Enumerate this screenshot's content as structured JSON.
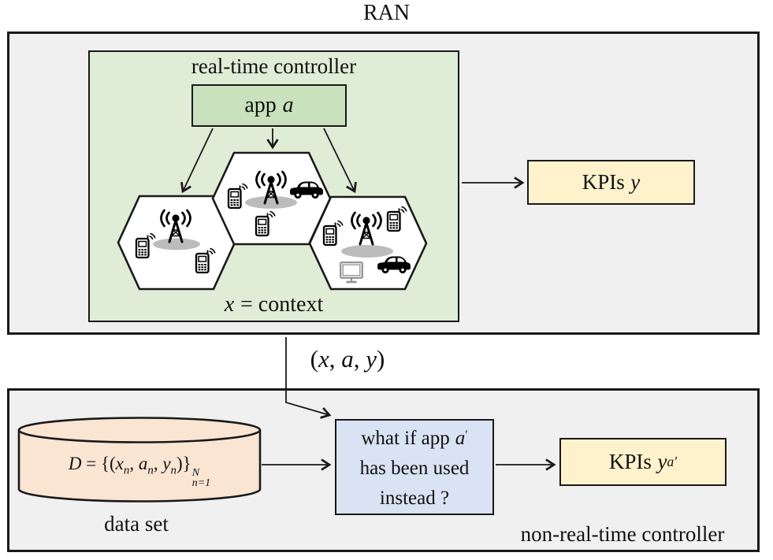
{
  "title": "RAN",
  "colors": {
    "panel_bg": "#f0f0f0",
    "realtime_bg": "#dfecd6",
    "app_bg": "#c9e2bd",
    "kpi_bg": "#fdf2cc",
    "dataset_bg": "#fae5d3",
    "whatif_bg": "#d9e3f3",
    "border": "#191919",
    "cell_fill": "#ffffff",
    "shadow": "#bcbcbc"
  },
  "ran": {
    "controller_label": "real-time controller",
    "app_box": {
      "label": "app",
      "var": "a"
    },
    "context_label": {
      "var": "x",
      "eq": "= context"
    },
    "kpi_box": {
      "label": "KPIs",
      "var": "y"
    },
    "cells": [
      {
        "id": "cell-left",
        "devices": [
          "mobile-phone",
          "base-station",
          "mobile-phone"
        ]
      },
      {
        "id": "cell-center",
        "devices": [
          "mobile-phone",
          "base-station",
          "car",
          "mobile-phone"
        ]
      },
      {
        "id": "cell-right",
        "devices": [
          "mobile-phone",
          "base-station",
          "mobile-phone",
          "desktop-monitor",
          "car"
        ]
      }
    ]
  },
  "link": {
    "open": "(",
    "x": "x",
    "sep1": ", ",
    "a": "a",
    "sep2": ", ",
    "y": "y",
    "close": ")"
  },
  "nonrt": {
    "controller_label": "non-real-time controller",
    "dataset": {
      "caption": "data set",
      "formula": {
        "d": "D",
        "eq": " = ",
        "open": "{(",
        "x": "x",
        "xsub": "n",
        "sep1": ", ",
        "a": "a",
        "asub": "n",
        "sep2": ", ",
        "y": "y",
        "ysub": "n",
        "close": ")}",
        "sup_n": "N",
        "sub_n": "n=1"
      }
    },
    "whatif_box": {
      "line1_text": "what if app",
      "line1_var": "a",
      "line1_prime": "′",
      "line2": "has been used",
      "line3": "instead ?"
    },
    "kpi_box": {
      "label": "KPIs",
      "var": "y",
      "sub_var": "a",
      "sub_prime": "′"
    }
  }
}
